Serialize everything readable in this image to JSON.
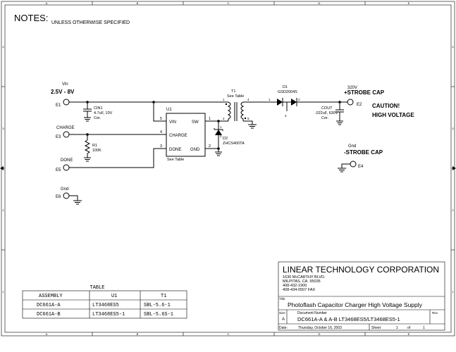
{
  "frame": {
    "col_labels": [
      "A",
      "B",
      "C",
      "D",
      "E"
    ],
    "row_labels": [
      "4",
      "3",
      "2",
      "1"
    ]
  },
  "notes": {
    "title": "NOTES:",
    "subtitle": "UNLESS OTHERWISE SPECIFIED"
  },
  "vin": {
    "name": "Vin",
    "range": "2.5V - 8V",
    "terminal": "E1"
  },
  "charge": {
    "name": "CHARGE",
    "terminal": "E3"
  },
  "done": {
    "name": "DONE",
    "terminal": "E5"
  },
  "gnd_in": {
    "name": "Gnd",
    "terminal": "E6"
  },
  "cin": {
    "ref": "CIN1",
    "value": "4.7uF, 10V",
    "type": "Cer."
  },
  "r1": {
    "ref": "R1",
    "value": "100K"
  },
  "u1": {
    "ref": "U1",
    "note": "See Table",
    "pins": [
      {
        "num": "5",
        "name": "VIN"
      },
      {
        "num": "4",
        "name": "CHARGE"
      },
      {
        "num": "3",
        "name": "DONE"
      },
      {
        "num": "1",
        "name": "SW"
      },
      {
        "num": "2",
        "name": "GND"
      }
    ]
  },
  "t1": {
    "ref": "T1",
    "note": "See Table",
    "pins": [
      "1",
      "2",
      "4",
      "5"
    ]
  },
  "d1": {
    "ref": "D1",
    "part": "GSD2004S",
    "pins": [
      "1",
      "2",
      "3"
    ]
  },
  "d2": {
    "ref": "D2",
    "part": "ZHCS400TA",
    "pins": [
      "1",
      "2"
    ]
  },
  "cout": {
    "ref": "COUT",
    "value": ".022uF, 630V",
    "type": "Cer."
  },
  "strobe_pos": {
    "voltage": "320V",
    "name": "+STROBE CAP",
    "terminal": "E2"
  },
  "caution": {
    "line1": "CAUTION!",
    "line2": "HIGH VOLTAGE"
  },
  "strobe_neg": {
    "gnd": "Gnd",
    "name": "-STROBE CAP",
    "terminal": "E4"
  },
  "table": {
    "title": "TABLE",
    "headers": [
      "ASSEMBLY",
      "U1",
      "T1"
    ],
    "rows": [
      [
        "DC661A-A",
        "LT3468ES5",
        "SBL-5.6-1"
      ],
      [
        "DC661A-B",
        "LT3468ES5-1",
        "SBL-5.6S-1"
      ]
    ]
  },
  "title_block": {
    "company": "LINEAR TECHNOLOGY CORPORATION",
    "address": [
      "1630 McCARTHY BLVD.",
      "MILPITAS, CA. 95035",
      "408-432-1900",
      "408-434-0507 FAX"
    ],
    "title_label": "Title",
    "title": "Photoflash Capacitor Charger High Voltage Supply",
    "size_label": "Size",
    "size_value": "A",
    "docnum_label": "Document Number",
    "docnum": "DC661A-A & A-B   LT3468ES5/LT3468ES5-1",
    "rev_label": "Rev",
    "date_label": "Date:",
    "date": "Thursday, October 16, 2003",
    "sheet_label": "Sheet",
    "sheet_num": "1",
    "of_label": "of",
    "sheet_total": "1"
  }
}
